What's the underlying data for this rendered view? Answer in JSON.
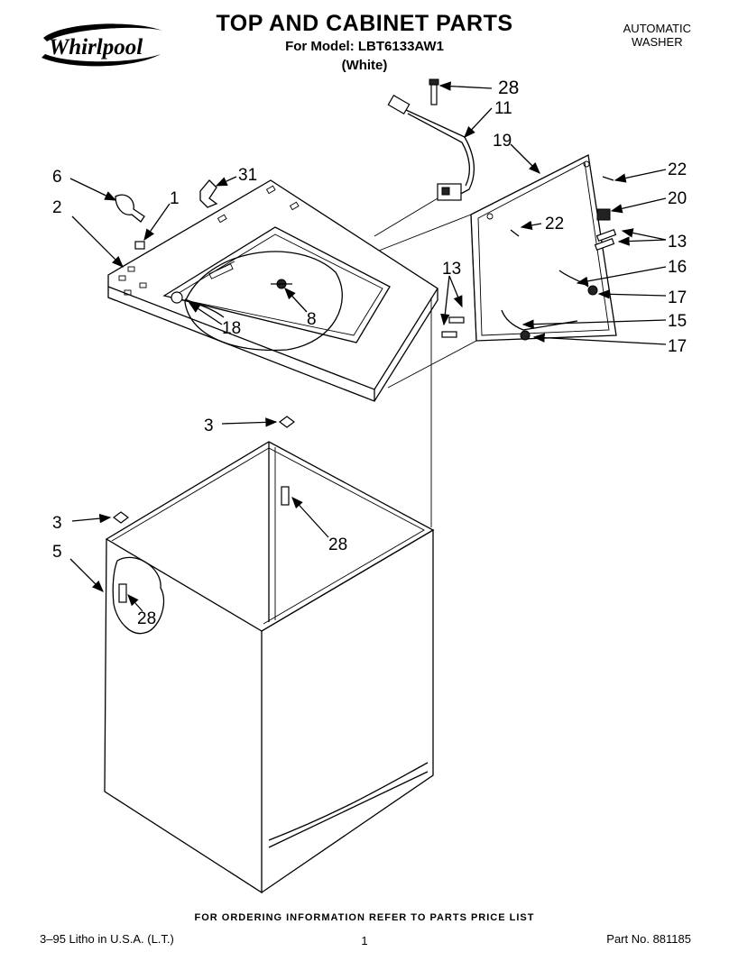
{
  "header": {
    "brand": "Whirlpool",
    "title": "TOP AND CABINET PARTS",
    "model_line": "For Model: LBT6133AW1",
    "color_line": "(White)",
    "category_line1": "AUTOMATIC",
    "category_line2": "WASHER"
  },
  "callouts": {
    "c28_top": "28",
    "c11": "11",
    "c19": "19",
    "c22_a": "22",
    "c20": "20",
    "c22_b": "22",
    "c13_r": "13",
    "c13_l": "13",
    "c16": "16",
    "c17_a": "17",
    "c15": "15",
    "c17_b": "17",
    "c6": "6",
    "c31": "31",
    "c1": "1",
    "c2": "2",
    "c8": "8",
    "c18": "18",
    "c3_a": "3",
    "c3_b": "3",
    "c5": "5",
    "c28_mid": "28",
    "c28_low": "28"
  },
  "footer": {
    "ordering": "FOR ORDERING INFORMATION REFER TO PARTS PRICE LIST",
    "litho": "3–95 Litho in U.S.A. (L.T.)",
    "page": "1",
    "part_no": "Part No. 881185"
  }
}
